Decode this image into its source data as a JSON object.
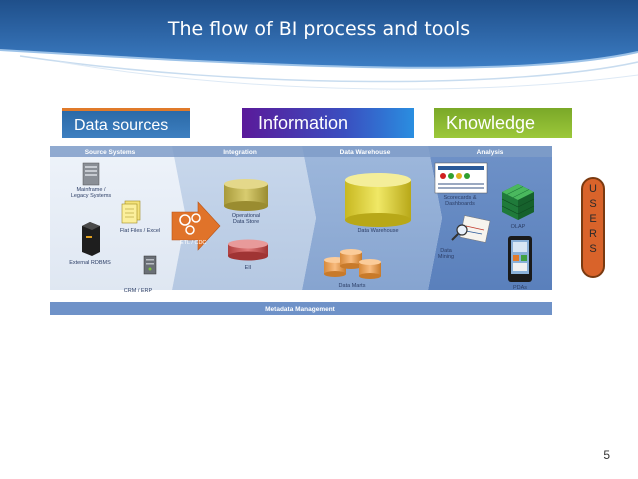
{
  "slide": {
    "title": "The flow of BI process and tools",
    "page_number": "5"
  },
  "bands": {
    "data_sources": "Data sources",
    "information": "Information",
    "knowledge": "Knowledge"
  },
  "diagram": {
    "headers": {
      "source_systems": "Source Systems",
      "integration": "Integration",
      "data_warehouse": "Data Warehouse",
      "analysis": "Analysis"
    },
    "labels": {
      "mainframe_1": "Mainframe /",
      "mainframe_2": "Legacy Systems",
      "flat_files": "Flat Files / Excel",
      "external_rdbms": "External RDBMS",
      "crm_erp": "CRM / ERP",
      "etl_cdc": "ETL / CDC",
      "ods_1": "Operational",
      "ods_2": "Data Store",
      "eii": "EII",
      "data_warehouse": "Data Warehouse",
      "data_marts": "Data Marts",
      "scorecards_1": "Scorecards &",
      "scorecards_2": "Dashboards",
      "olap": "OLAP",
      "data_mining_1": "Data",
      "data_mining_2": "Mining",
      "pdas": "PDAs",
      "metadata": "Metadata Management"
    }
  },
  "users": [
    "U",
    "S",
    "E",
    "R",
    "S"
  ]
}
